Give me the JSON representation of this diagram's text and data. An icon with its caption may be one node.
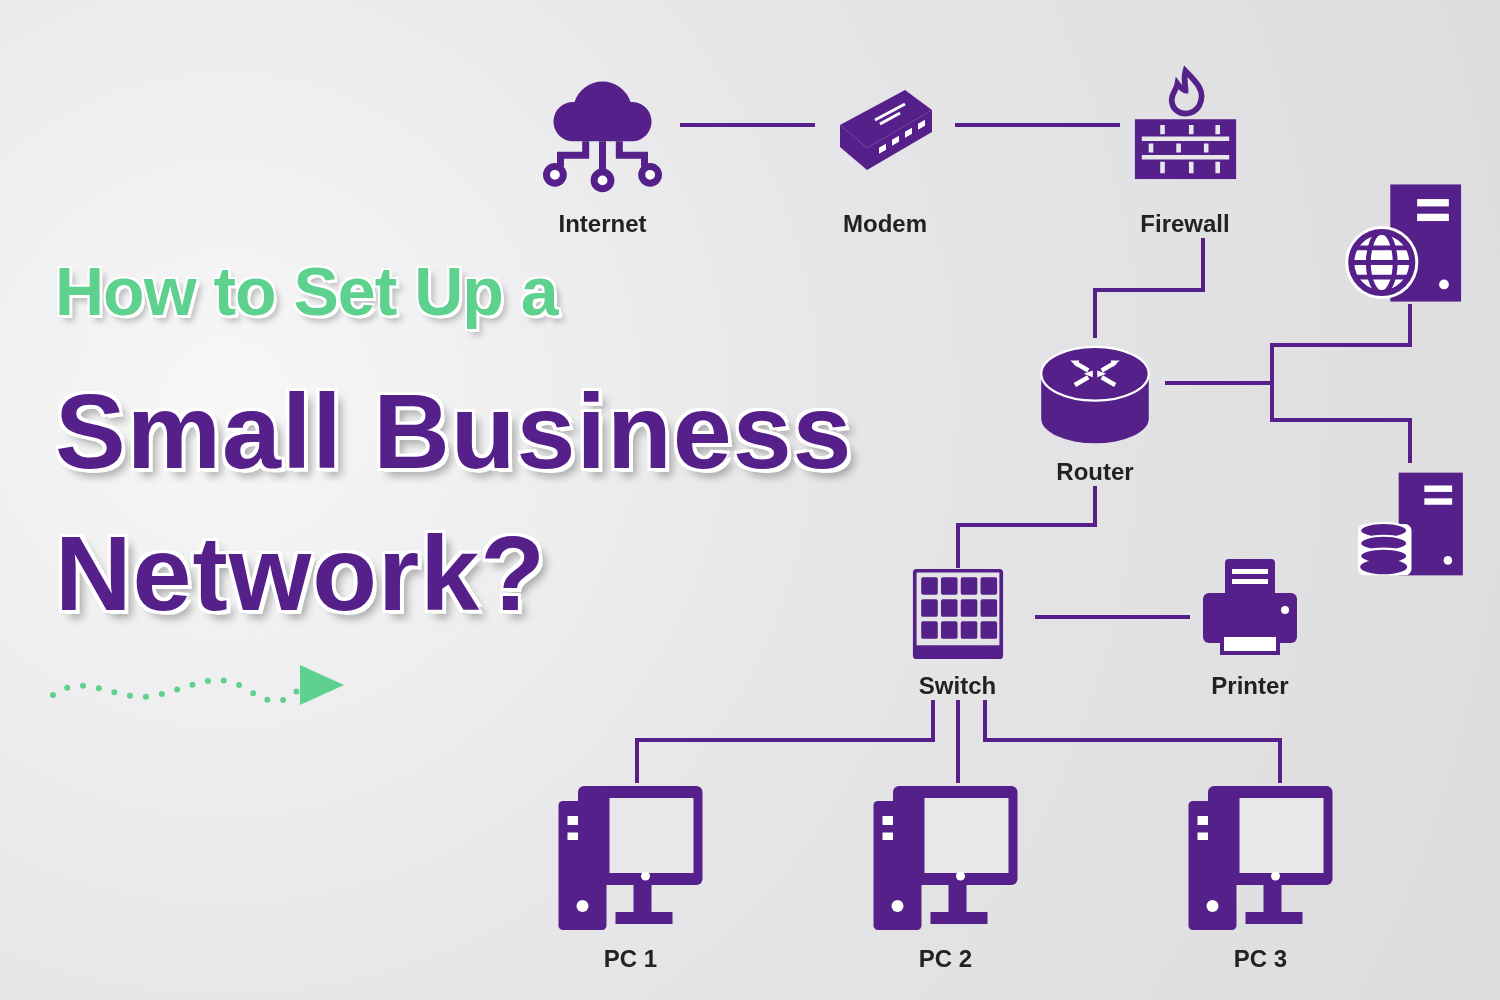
{
  "diagram": {
    "title": "Small Business Network?",
    "nodes": [
      {
        "text": [
          "Internet"
        ]
      },
      {
        "text": [
          "Modem"
        ]
      },
      {
        "text": [
          "Firewall"
        ]
      },
      {
        "text": [],
        "shape": "picture"
      },
      {
        "text": [
          "Router"
        ]
      },
      {
        "text": [],
        "shape": "picture"
      },
      {
        "text": [
          "Switch"
        ]
      },
      {
        "text": [
          "Printer"
        ]
      },
      {
        "text": [
          "PC 1"
        ]
      },
      {
        "text": [
          "PC 2"
        ]
      },
      {
        "text": [
          "PC 3"
        ]
      }
    ],
    "edges": [
      {
        "from": 0,
        "to": 1,
        "arrow": "none"
      },
      {
        "from": 1,
        "to": 2,
        "arrow": "none"
      },
      {
        "from": 2,
        "to": 4,
        "arrow": "none"
      },
      {
        "from": 4,
        "to": 3,
        "arrow": "none"
      },
      {
        "from": 4,
        "to": 5,
        "arrow": "none"
      },
      {
        "from": 4,
        "to": 6,
        "arrow": "none"
      },
      {
        "from": 6,
        "to": 7,
        "arrow": "none"
      },
      {
        "from": 6,
        "to": 8,
        "arrow": "none"
      },
      {
        "from": 6,
        "to": 9,
        "arrow": "none"
      },
      {
        "from": 6,
        "to": 10,
        "arrow": "none"
      }
    ],
    "labels": [
      "How to Set Up a"
    ]
  }
}
